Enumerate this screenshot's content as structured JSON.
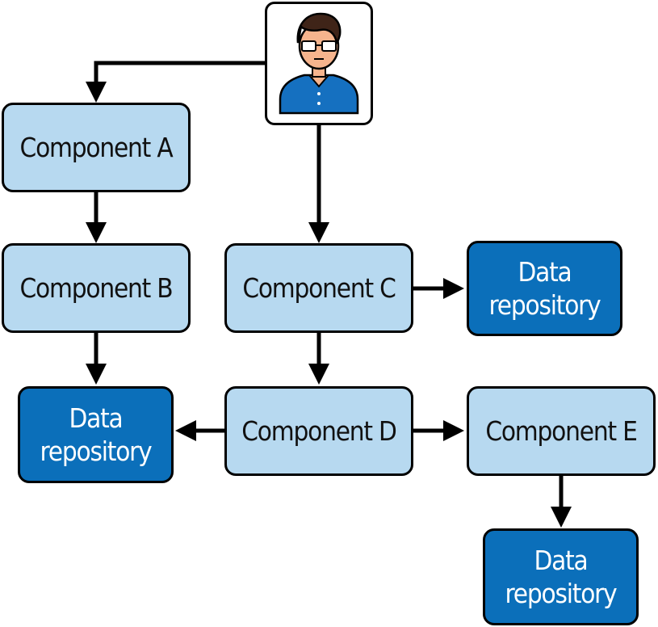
{
  "diagram": {
    "nodes": {
      "user": {
        "icon": "user-avatar-icon"
      },
      "component_a": {
        "label": "Component A"
      },
      "component_b": {
        "label": "Component B"
      },
      "component_c": {
        "label": "Component C"
      },
      "component_d": {
        "label": "Component D"
      },
      "component_e": {
        "label": "Component E"
      },
      "repo_c": {
        "label": "Data\nrepository"
      },
      "repo_bd": {
        "label": "Data\nrepository"
      },
      "repo_e": {
        "label": "Data\nrepository"
      }
    },
    "edges": [
      {
        "from": "user",
        "to": "component_a"
      },
      {
        "from": "user",
        "to": "component_c"
      },
      {
        "from": "component_a",
        "to": "component_b"
      },
      {
        "from": "component_b",
        "to": "repo_bd"
      },
      {
        "from": "component_c",
        "to": "repo_c"
      },
      {
        "from": "component_c",
        "to": "component_d"
      },
      {
        "from": "component_d",
        "to": "repo_bd"
      },
      {
        "from": "component_d",
        "to": "component_e"
      },
      {
        "from": "component_e",
        "to": "repo_e"
      }
    ],
    "colors": {
      "component_fill": "#b7d9f0",
      "repository_fill": "#0b6fba",
      "repository_text": "#ffffff",
      "stroke": "#000000",
      "user_shirt": "#1570c0",
      "user_skin": "#f6b48d",
      "user_hair": "#3f2418"
    }
  }
}
